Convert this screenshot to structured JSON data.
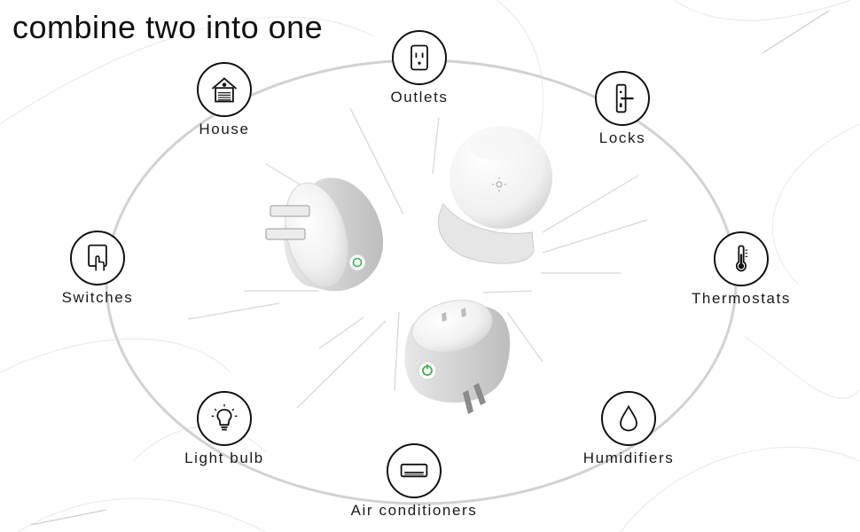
{
  "headline": "combine two into one",
  "devices": [
    {
      "label": "Outlets",
      "icon": "outlet-icon"
    },
    {
      "label": "House",
      "icon": "garage-house-icon"
    },
    {
      "label": "Locks",
      "icon": "door-lock-icon"
    },
    {
      "label": "Switches",
      "icon": "wall-switch-icon"
    },
    {
      "label": "Thermostats",
      "icon": "thermometer-icon"
    },
    {
      "label": "Light bulb",
      "icon": "light-bulb-icon"
    },
    {
      "label": "Humidifiers",
      "icon": "water-drop-icon"
    },
    {
      "label": "Air conditioners",
      "icon": "air-conditioner-icon"
    }
  ],
  "colors": {
    "accent_green": "#3cb44a",
    "line_gray": "#cfcfcf",
    "icon_stroke": "#111111"
  }
}
